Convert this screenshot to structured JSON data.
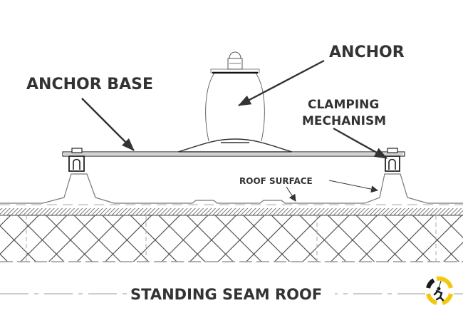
{
  "labels": {
    "anchor": "ANCHOR",
    "anchor_base": "ANCHOR BASE",
    "clamping_line1": "CLAMPING",
    "clamping_line2": "MECHANISM",
    "roof_surface": "ROOF SURFACE",
    "title": "STANDING SEAM ROOF"
  },
  "colors": {
    "text": "#333333",
    "line": "#555555",
    "logo_accent": "#f2c80f",
    "logo_dark": "#1a1a1a"
  },
  "logo": {
    "icon": "climber-logo-icon"
  }
}
